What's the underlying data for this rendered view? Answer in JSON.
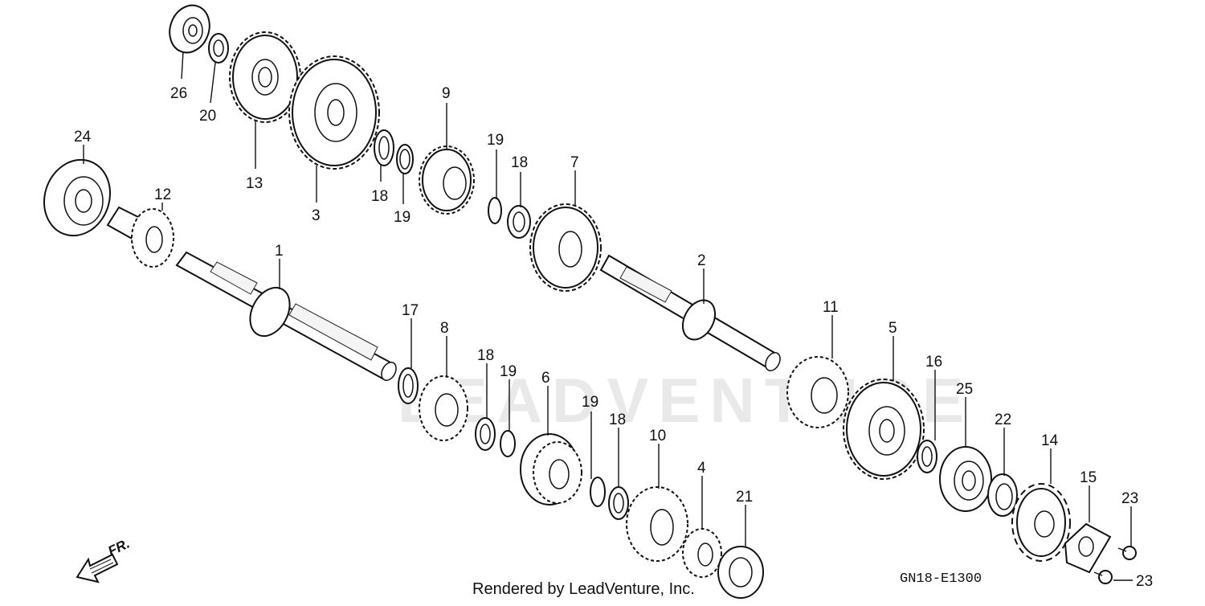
{
  "diagram": {
    "watermark": "LEADVENTURE",
    "footer_text": "Rendered by LeadVenture, Inc.",
    "diagram_code": "GN18-E1300",
    "direction_label": "FR.",
    "callouts": [
      "26",
      "20",
      "13",
      "3",
      "9",
      "19",
      "18",
      "18",
      "19",
      "7",
      "24",
      "12",
      "1",
      "2",
      "17",
      "8",
      "18",
      "19",
      "6",
      "19",
      "18",
      "10",
      "4",
      "21",
      "11",
      "5",
      "16",
      "25",
      "22",
      "14",
      "15",
      "23",
      "23"
    ]
  }
}
